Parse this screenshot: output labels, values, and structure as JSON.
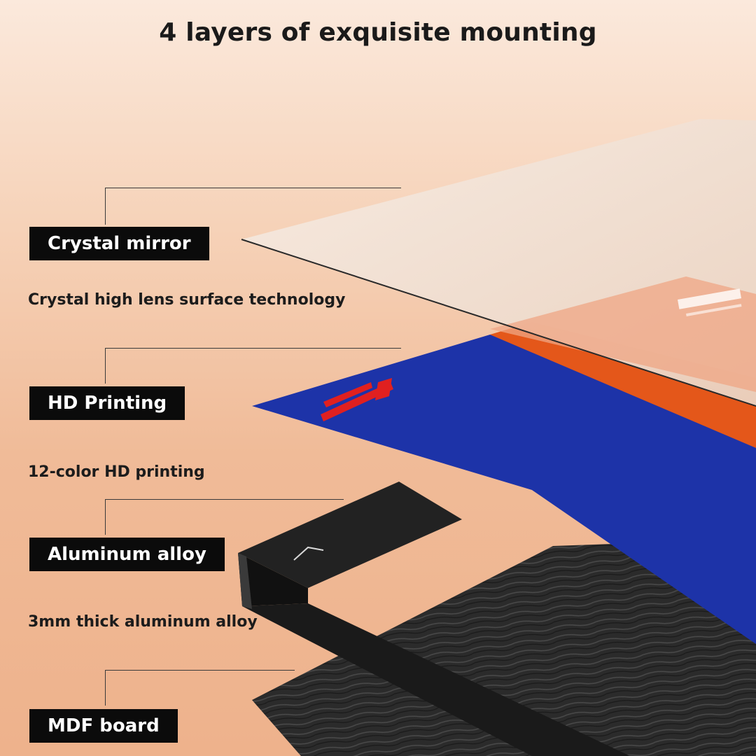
{
  "header": {
    "title": "4 layers of exquisite mounting"
  },
  "layers": [
    {
      "name": "Crystal mirror",
      "description": "Crystal high lens surface technology"
    },
    {
      "name": "HD Printing",
      "description": "12-color HD printing"
    },
    {
      "name": "Aluminum alloy",
      "description": "3mm thick aluminum alloy"
    },
    {
      "name": "MDF board",
      "description": ""
    }
  ],
  "colors": {
    "label_bg": "#0b0b0b",
    "label_text": "#ffffff",
    "print_blue": "#1d33a8",
    "print_orange": "#e4571a",
    "mirror": "#f3e3d6",
    "frame": "#1b1b1b",
    "board": "#2c2c2c"
  }
}
